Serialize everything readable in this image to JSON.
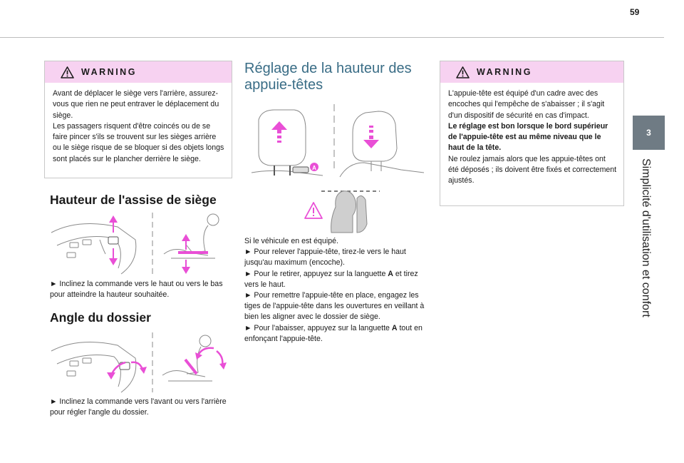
{
  "page": {
    "number": "59"
  },
  "side": {
    "chapter_number": "3",
    "chapter_title": "Simplicité d'utilisation et confort"
  },
  "warning1": {
    "title": "WARNING",
    "body": [
      "Avant de déplacer le siège vers l'arrière, assurez-vous que rien ne peut entraver le déplacement du siège.",
      "Les passagers risquent d'être coincés ou de se faire pincer s'ils se trouvent sur les sièges arrière ou le siège risque de se bloquer si des objets longs sont placés sur le plancher derrière le siège."
    ]
  },
  "seat_height": {
    "title": "Hauteur de l'assise de siège",
    "text": "► Inclinez la commande vers le haut ou vers le bas pour atteindre la hauteur souhaitée."
  },
  "backrest": {
    "title": "Angle du dossier",
    "text": "► Inclinez la commande vers l'avant ou vers l'arrière pour régler l'angle du dossier."
  },
  "headrest": {
    "title": "Réglage de la hauteur des appuie-têtes",
    "label_a": "A",
    "intro": "Si le véhicule en est équipé.",
    "step1": "► Pour relever l'appuie-tête, tirez-le vers le haut jusqu'au maximum (encoche).",
    "step2_pre": "► Pour le retirer, appuyez sur la languette ",
    "step2_bold": "A",
    "step2_post": " et tirez vers le haut.",
    "step3": "► Pour remettre l'appuie-tête en place, engagez les tiges de l'appuie-tête dans les ouvertures en veillant à bien les aligner avec le dossier de siège.",
    "step4_pre": "► Pour l'abaisser, appuyez sur la languette ",
    "step4_bold": "A",
    "step4_post": " tout en enfonçant l'appuie-tête."
  },
  "warning2": {
    "title": "WARNING",
    "p1": "L'appuie-tête est équipé d'un cadre avec des encoches qui l'empêche de s'abaisser ; il s'agit d'un dispositif de sécurité en cas d'impact.",
    "p2": "Le réglage est bon lorsque le bord supérieur de l'appuie-tête est au même niveau que le haut de la tête.",
    "p3": "Ne roulez jamais alors que les appuie-têtes ont été déposés ; ils doivent être fixés et correctement ajustés."
  },
  "colors": {
    "accent_pink": "#e94fd6",
    "warning_bg": "#f7d2f1",
    "heading_blue": "#3a6d86",
    "tab_gray": "#6f7b84"
  },
  "icons": [
    "warning-triangle-icon"
  ]
}
